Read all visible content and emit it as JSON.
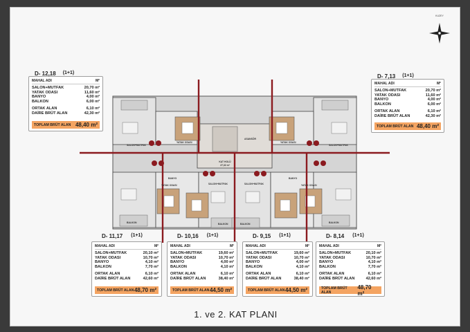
{
  "footer": {
    "title": "1. ve 2. KAT PLANI"
  },
  "compass": {
    "label": "KUZEY"
  },
  "plan": {
    "core_label": "KAT HOLÜ",
    "core_area": "27,32 m²",
    "stair_label": "ASANSÖR",
    "room_labels": [
      "SALON+MUTFAK",
      "YATAK ODASI",
      "BANYO",
      "BALKON"
    ]
  },
  "cards": [
    {
      "title": "D- 12,18",
      "type": "(1+1)",
      "hdr": "MAHAL ADI",
      "unit": "M²",
      "rows": [
        [
          "SALON+MUTFAK",
          "20,70 m²"
        ],
        [
          "YATAK ODASI",
          "11,60 m²"
        ],
        [
          "BANYO",
          "4,00 m²"
        ],
        [
          "BALKON",
          "6,00 m²"
        ]
      ],
      "extra": [
        [
          "ORTAK ALAN",
          "6,10 m²"
        ],
        [
          "DAİRE BRÜT ALAN",
          "42,30 m²"
        ]
      ],
      "total_label": "TOPLAM BRÜT ALAN",
      "total_value": "48,40 m²"
    },
    {
      "title": "D- 7,13",
      "type": "(1+1)",
      "hdr": "MAHAL ADI",
      "unit": "M²",
      "rows": [
        [
          "SALON+MUTFAK",
          "20,70 m²"
        ],
        [
          "YATAK ODASI",
          "11,60 m²"
        ],
        [
          "BANYO",
          "4,00 m²"
        ],
        [
          "BALKON",
          "6,00 m²"
        ]
      ],
      "extra": [
        [
          "ORTAK ALAN",
          "6,10 m²"
        ],
        [
          "DAİRE BRÜT ALAN",
          "42,30 m²"
        ]
      ],
      "total_label": "TOPLAM BRÜT ALAN",
      "total_value": "48,40 m²"
    },
    {
      "title": "D- 11,17",
      "type": "(1+1)",
      "hdr": "MAHAL ADI",
      "unit": "M²",
      "rows": [
        [
          "SALON+MUTFAK",
          "20,10 m²"
        ],
        [
          "YATAK ODASI",
          "10,70 m²"
        ],
        [
          "BANYO",
          "4,10 m²"
        ],
        [
          "BALKON",
          "7,70 m²"
        ]
      ],
      "extra": [
        [
          "ORTAK ALAN",
          "6,10 m²"
        ],
        [
          "DAİRE BRÜT ALAN",
          "42,60 m²"
        ]
      ],
      "total_label": "TOPLAM BRÜT ALAN",
      "total_value": "48,70 m²"
    },
    {
      "title": "D- 10,16",
      "type": "(1+1)",
      "hdr": "MAHAL ADI",
      "unit": "M²",
      "rows": [
        [
          "SALON+MUTFAK",
          "19,60 m²"
        ],
        [
          "YATAK ODASI",
          "10,70 m²"
        ],
        [
          "BANYO",
          "4,00 m²"
        ],
        [
          "BALKON",
          "4,10 m²"
        ]
      ],
      "extra": [
        [
          "ORTAK ALAN",
          "6,10 m²"
        ],
        [
          "DAİRE BRÜT ALAN",
          "38,40 m²"
        ]
      ],
      "total_label": "TOPLAM BRÜT ALAN",
      "total_value": "44,50 m²"
    },
    {
      "title": "D- 9,15",
      "type": "(1+1)",
      "hdr": "MAHAL ADI",
      "unit": "M²",
      "rows": [
        [
          "SALON+MUTFAK",
          "19,60 m²"
        ],
        [
          "YATAK ODASI",
          "10,70 m²"
        ],
        [
          "BANYO",
          "4,00 m²"
        ],
        [
          "BALKON",
          "4,10 m²"
        ]
      ],
      "extra": [
        [
          "ORTAK ALAN",
          "6,10 m²"
        ],
        [
          "DAİRE BRÜT ALAN",
          "38,40 m²"
        ]
      ],
      "total_label": "TOPLAM BRÜT ALAN",
      "total_value": "44,50 m²"
    },
    {
      "title": "D- 8,14",
      "type": "(1+1)",
      "hdr": "MAHAL ADI",
      "unit": "M²",
      "rows": [
        [
          "SALON+MUTFAK",
          "20,10 m²"
        ],
        [
          "YATAK ODASI",
          "10,70 m²"
        ],
        [
          "BANYO",
          "4,10 m²"
        ],
        [
          "BALKON",
          "7,70 m²"
        ]
      ],
      "extra": [
        [
          "ORTAK ALAN",
          "6,10 m²"
        ],
        [
          "DAİRE BRÜT ALAN",
          "42,60 m²"
        ]
      ],
      "total_label": "TOPLAM BRÜT ALAN",
      "total_value": "48,70 m²"
    }
  ]
}
